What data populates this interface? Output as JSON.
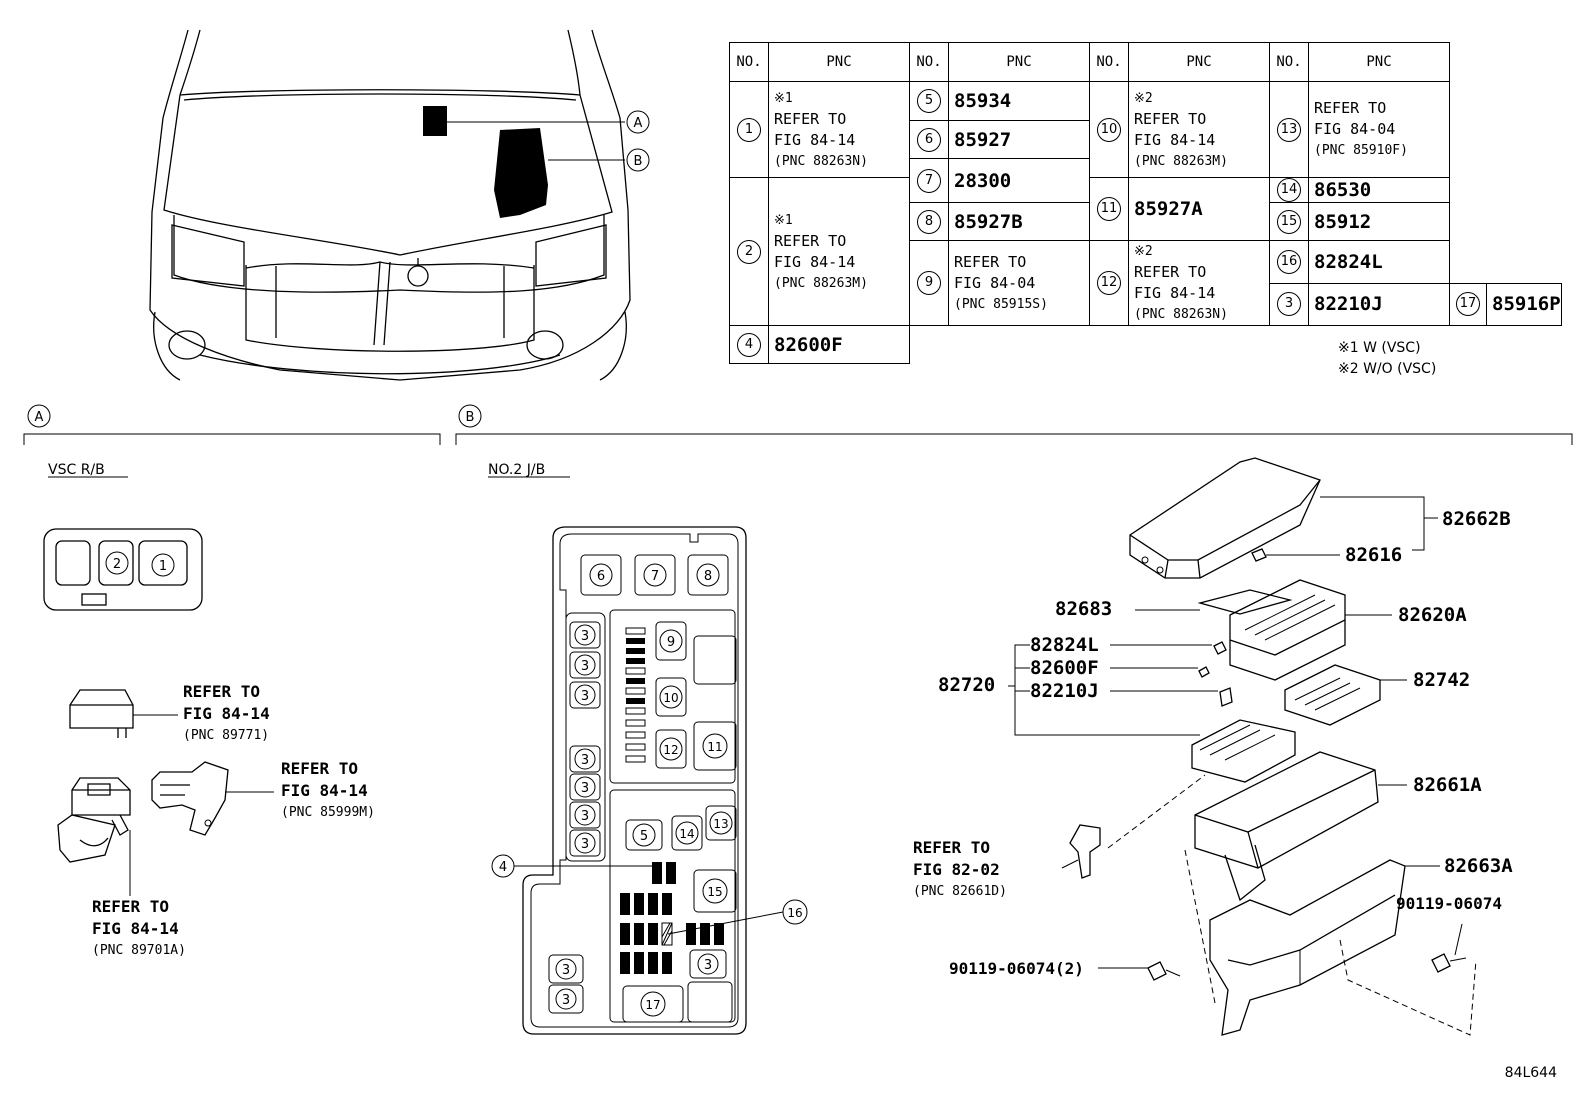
{
  "table": {
    "headers": {
      "no": "NO.",
      "pnc": "PNC"
    },
    "col1": [
      {
        "no": "1",
        "mark": "※1",
        "ref": "REFER TO",
        "fig": "FIG 84-14",
        "sub": "(PNC 88263N)"
      },
      {
        "no": "2",
        "mark": "※1",
        "ref": "REFER TO",
        "fig": "FIG 84-14",
        "sub": "(PNC 88263M)"
      },
      {
        "no": "3",
        "pnc": "82210J"
      },
      {
        "no": "4",
        "pnc": "82600F"
      }
    ],
    "col2": [
      {
        "no": "5",
        "pnc": "85934"
      },
      {
        "no": "6",
        "pnc": "85927"
      },
      {
        "no": "7",
        "pnc": "28300"
      },
      {
        "no": "8",
        "pnc": "85927B"
      },
      {
        "no": "9",
        "ref": "REFER TO",
        "fig": "FIG 84-04",
        "sub": "(PNC 85915S)"
      }
    ],
    "col3": [
      {
        "no": "10",
        "mark": "※2",
        "ref": "REFER TO",
        "fig": "FIG 84-14",
        "sub": "(PNC 88263M)"
      },
      {
        "no": "11",
        "pnc": "85927A"
      },
      {
        "no": "12",
        "mark": "※2",
        "ref": "REFER TO",
        "fig": "FIG 84-14",
        "sub": "(PNC 88263N)"
      }
    ],
    "col4": [
      {
        "no": "13",
        "ref": "REFER TO",
        "fig": "FIG 84-04",
        "sub": "(PNC 85910F)"
      },
      {
        "no": "14",
        "pnc": "86530"
      },
      {
        "no": "15",
        "pnc": "85912"
      },
      {
        "no": "16",
        "pnc": "82824L"
      },
      {
        "no": "17",
        "pnc": "85916P"
      }
    ],
    "notes": [
      "※1 W (VSC)",
      "※2 W/O (VSC)"
    ]
  },
  "callouts": {
    "a": "A",
    "b": "B"
  },
  "section_a": {
    "letter": "A",
    "title": "VSC R/B",
    "refs": [
      {
        "line1": "REFER TO",
        "line2": "FIG 84-14",
        "line3": "(PNC 89771)"
      },
      {
        "line1": "REFER TO",
        "line2": "FIG 84-14",
        "line3": "(PNC 85999M)"
      },
      {
        "line1": "REFER TO",
        "line2": "FIG 84-14",
        "line3": "(PNC 89701A)"
      }
    ],
    "relay_labels": [
      "2",
      "1"
    ]
  },
  "section_b": {
    "letter": "B",
    "title": "NO.2 J/B",
    "box_labels": {
      "n6": "6",
      "n7": "7",
      "n8": "8",
      "n9": "9",
      "n10": "10",
      "n11": "11",
      "n12": "12",
      "n3": "3",
      "n5": "5",
      "n14": "14",
      "n13": "13",
      "n15": "15",
      "n17": "17",
      "n4": "4",
      "n16": "16"
    }
  },
  "exploded": {
    "p82662B": "82662B",
    "p82616": "82616",
    "p82683": "82683",
    "p82620A": "82620A",
    "p82824L": "82824L",
    "p82600F": "82600F",
    "p82210J": "82210J",
    "p82720": "82720",
    "p82742": "82742",
    "p82661A": "82661A",
    "p82663A": "82663A",
    "ref1": "REFER TO",
    "ref2": "FIG 82-02",
    "ref3": "(PNC 82661D)",
    "bolt1": "90119-06074",
    "bolt2": "90119-06074(2)"
  },
  "figure_code": "84L644"
}
